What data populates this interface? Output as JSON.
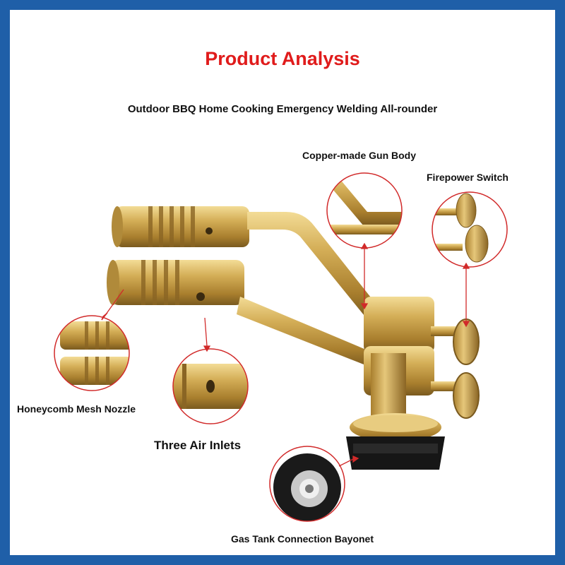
{
  "header": {
    "title": "Product Analysis",
    "subtitle": "Outdoor BBQ Home Cooking Emergency Welding All-rounder"
  },
  "callouts": {
    "gun_body": "Copper-made Gun Body",
    "firepower_switch": "Firepower Switch",
    "nozzle": "Honeycomb Mesh Nozzle",
    "air_inlets": "Three Air Inlets",
    "bayonet": "Gas Tank Connection Bayonet"
  },
  "colors": {
    "border": "#1f5fa8",
    "title": "#e01b1b",
    "brass": "#c9a24a",
    "callout_circle": "#d12a2a"
  }
}
